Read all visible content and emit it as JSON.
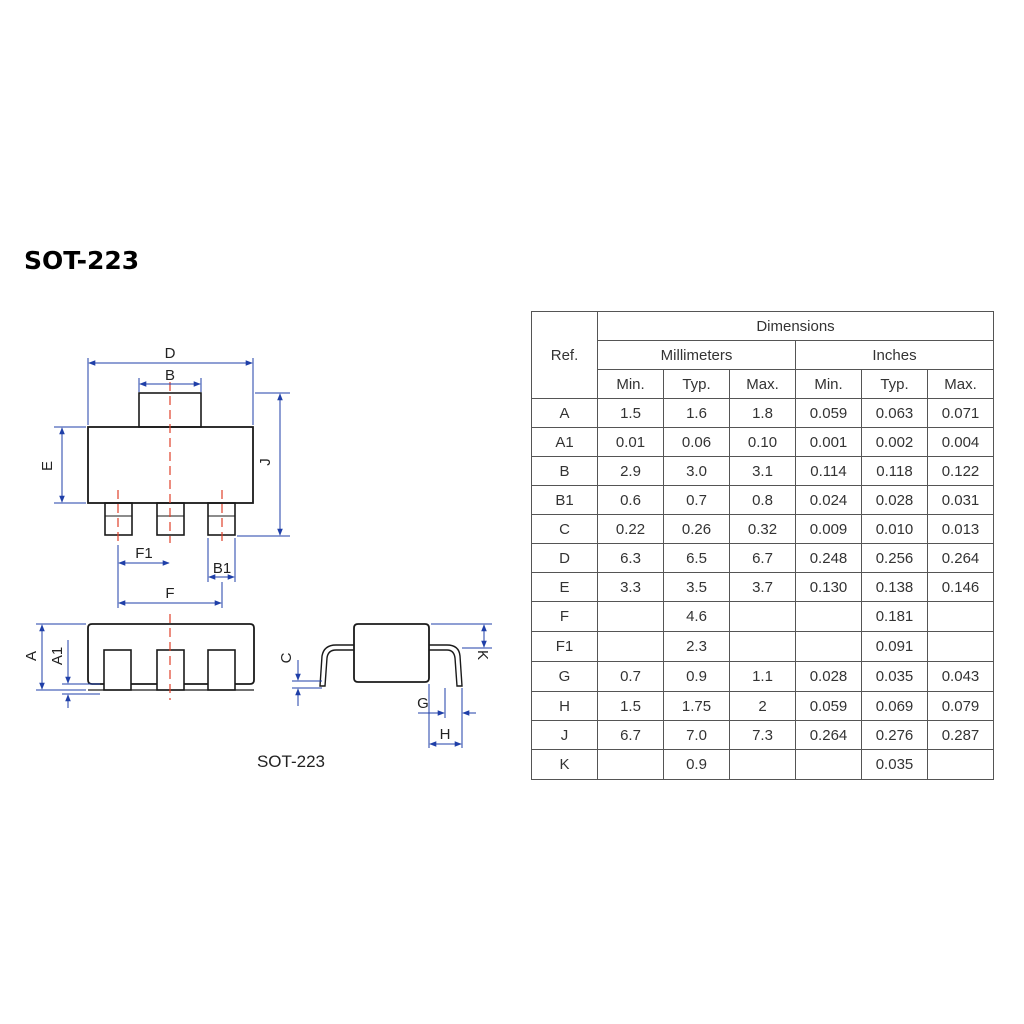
{
  "title": "SOT-223",
  "caption": "SOT-223",
  "labels": {
    "D": "D",
    "B": "B",
    "E": "E",
    "J": "J",
    "F1": "F1",
    "B1": "B1",
    "F": "F",
    "A": "A",
    "A1": "A1",
    "C": "C",
    "K": "K",
    "G": "G",
    "H": "H"
  },
  "table": {
    "ref_header": "Ref.",
    "dimensions_header": "Dimensions",
    "mm_header": "Millimeters",
    "inch_header": "Inches",
    "sub_headers": [
      "Min.",
      "Typ.",
      "Max.",
      "Min.",
      "Typ.",
      "Max."
    ],
    "rows": [
      {
        "ref": "A",
        "cells": [
          "1.5",
          "1.6",
          "1.8",
          "0.059",
          "0.063",
          "0.071"
        ]
      },
      {
        "ref": "A1",
        "cells": [
          "0.01",
          "0.06",
          "0.10",
          "0.001",
          "0.002",
          "0.004"
        ]
      },
      {
        "ref": "B",
        "cells": [
          "2.9",
          "3.0",
          "3.1",
          "0.114",
          "0.118",
          "0.122"
        ]
      },
      {
        "ref": "B1",
        "cells": [
          "0.6",
          "0.7",
          "0.8",
          "0.024",
          "0.028",
          "0.031"
        ]
      },
      {
        "ref": "C",
        "cells": [
          "0.22",
          "0.26",
          "0.32",
          "0.009",
          "0.010",
          "0.013"
        ]
      },
      {
        "ref": "D",
        "cells": [
          "6.3",
          "6.5",
          "6.7",
          "0.248",
          "0.256",
          "0.264"
        ]
      },
      {
        "ref": "E",
        "cells": [
          "3.3",
          "3.5",
          "3.7",
          "0.130",
          "0.138",
          "0.146"
        ]
      },
      {
        "ref": "F",
        "cells": [
          "",
          "4.6",
          "",
          "",
          "0.181",
          ""
        ]
      },
      {
        "ref": "F1",
        "cells": [
          "",
          "2.3",
          "",
          "",
          "0.091",
          ""
        ]
      },
      {
        "ref": "G",
        "cells": [
          "0.7",
          "0.9",
          "1.1",
          "0.028",
          "0.035",
          "0.043"
        ]
      },
      {
        "ref": "H",
        "cells": [
          "1.5",
          "1.75",
          "2",
          "0.059",
          "0.069",
          "0.079"
        ]
      },
      {
        "ref": "J",
        "cells": [
          "6.7",
          "7.0",
          "7.3",
          "0.264",
          "0.276",
          "0.287"
        ]
      },
      {
        "ref": "K",
        "cells": [
          "",
          "0.9",
          "",
          "",
          "0.035",
          ""
        ]
      }
    ]
  },
  "colors": {
    "outline": "#1a1a1a",
    "dimension": "#1f3fa8",
    "centerline": "#e0402a"
  }
}
